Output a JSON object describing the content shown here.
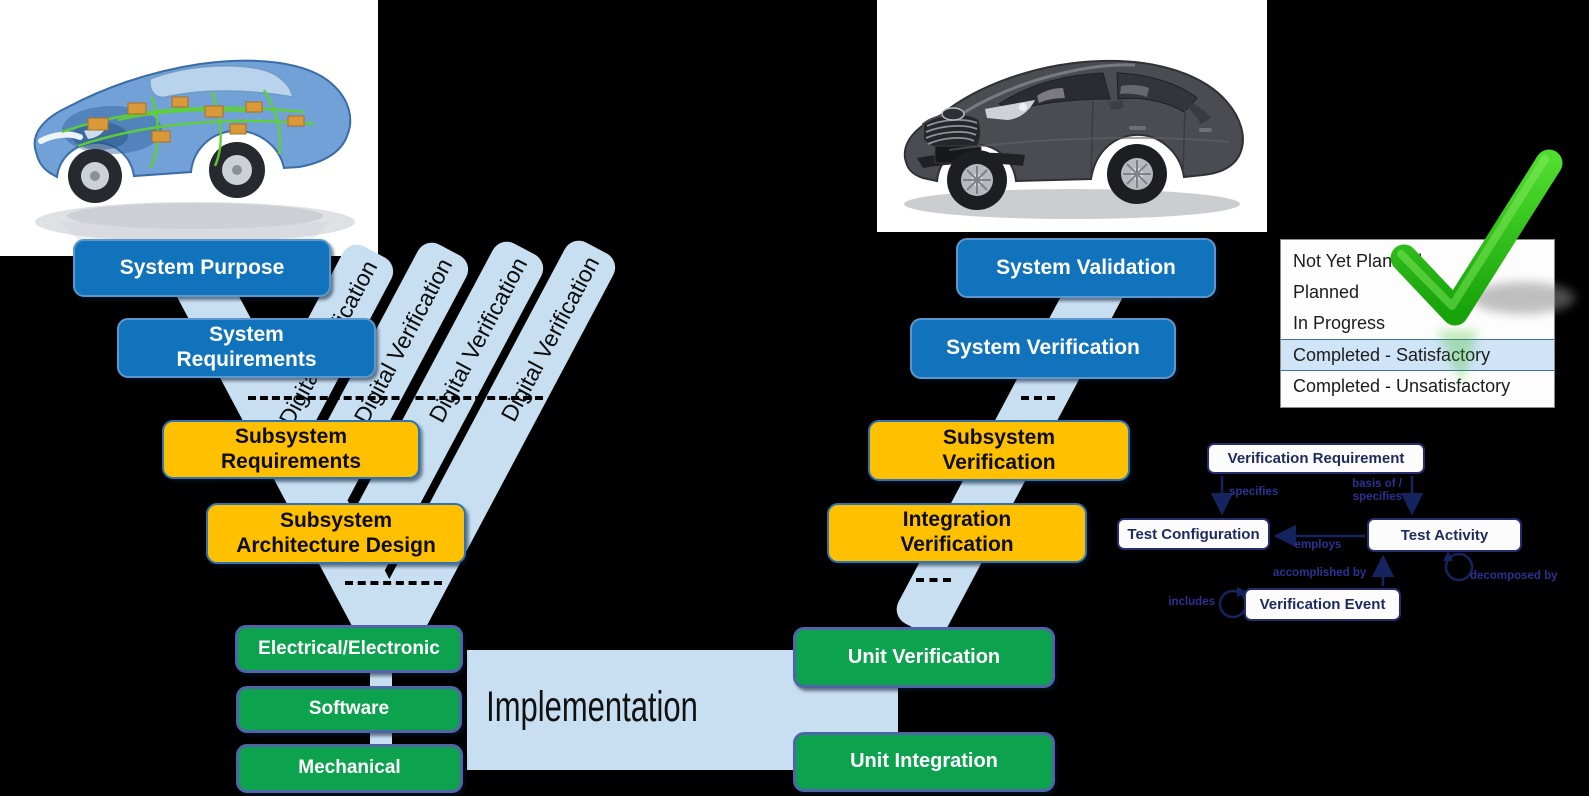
{
  "colors": {
    "background": "#000000",
    "blue_box": "#1173bb",
    "yellow_box": "#ffc000",
    "green_box": "#0ca24e",
    "band_blue": "#c8dff2",
    "navy_diagram": "#272c6e",
    "edge_label_blue": "#2e3192",
    "highlight_row_bg": "#cfe4f7",
    "highlight_row_border": "#41719c",
    "check_green": "#2fc514"
  },
  "left_column": {
    "boxes": [
      {
        "label": "System Purpose",
        "type": "blue"
      },
      {
        "label": "System\nRequirements",
        "type": "blue"
      },
      {
        "label": "Subsystem\nRequirements",
        "type": "yellow"
      },
      {
        "label": "Subsystem\nArchitecture Design",
        "type": "yellow"
      },
      {
        "label": "Electrical/Electronic",
        "type": "green"
      },
      {
        "label": "Software",
        "type": "green"
      },
      {
        "label": "Mechanical",
        "type": "green"
      }
    ]
  },
  "right_column": {
    "boxes": [
      {
        "label": "System Validation",
        "type": "blue"
      },
      {
        "label": "System Verification",
        "type": "blue"
      },
      {
        "label": "Subsystem\nVerification",
        "type": "yellow"
      },
      {
        "label": "Integration\nVerification",
        "type": "yellow"
      },
      {
        "label": "Unit Verification",
        "type": "green"
      },
      {
        "label": "Unit Integration",
        "type": "green"
      }
    ]
  },
  "digital_bands": [
    {
      "label": "Digital Verification"
    },
    {
      "label": "Digital Verification"
    },
    {
      "label": "Digital Verification"
    },
    {
      "label": "Digital Verification"
    }
  ],
  "implementation": {
    "label": "Implementation"
  },
  "status_list": {
    "items": [
      "Not Yet Planned",
      "Planned",
      "In Progress",
      "Completed - Satisfactory",
      "Completed - Unsatisfactory"
    ],
    "selected": "Completed - Satisfactory",
    "selected_index": 3
  },
  "meta_diagram": {
    "boxes": {
      "verification_requirement": "Verification Requirement",
      "test_configuration": "Test Configuration",
      "test_activity": "Test Activity",
      "verification_event": "Verification Event"
    },
    "edge_labels": {
      "specifies": "specifies",
      "basis": "basis of /\nspecifies",
      "employs": "employs",
      "accomplished_by": "accomplished by",
      "decomposed_by": "decomposed by",
      "includes": "includes"
    }
  },
  "photos": {
    "left_description": "Transparent blue car showing green wiring harness and orange electronic modules",
    "right_description": "Dark gray mid-size sedan"
  },
  "icons": {
    "checkmark": "green-3d-checkmark-icon"
  }
}
